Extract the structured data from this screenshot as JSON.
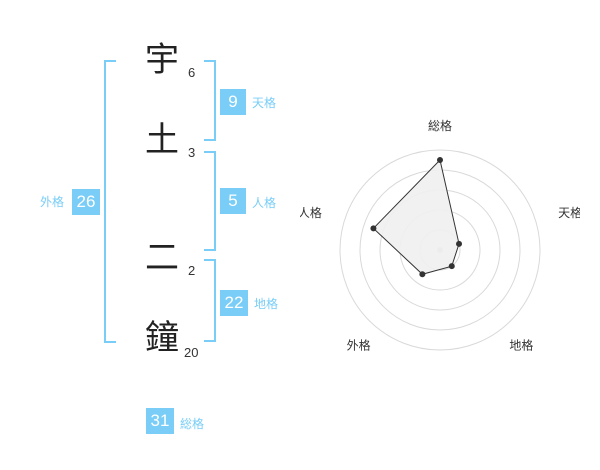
{
  "name": {
    "characters": [
      {
        "char": "宇",
        "strokes": "6"
      },
      {
        "char": "土",
        "strokes": "3"
      },
      {
        "char": "二",
        "strokes": "2"
      },
      {
        "char": "鐘",
        "strokes": "20"
      }
    ]
  },
  "fortunes": {
    "tenkaku": {
      "label": "天格",
      "value": "9"
    },
    "jinkaku": {
      "label": "人格",
      "value": "5"
    },
    "chikaku": {
      "label": "地格",
      "value": "22"
    },
    "gaikaku": {
      "label": "外格",
      "value": "26"
    },
    "soukaku": {
      "label": "総格",
      "value": "31"
    }
  },
  "colors": {
    "accent": "#79cdf7",
    "radar_fill": "#f0f0f0",
    "radar_point": "#333333"
  },
  "chart_data": {
    "type": "radar",
    "axes": [
      "総格",
      "天格",
      "地格",
      "外格",
      "人格"
    ],
    "values": [
      4.5,
      1.0,
      1.0,
      1.5,
      3.5
    ],
    "max": 5,
    "rings": 5
  }
}
